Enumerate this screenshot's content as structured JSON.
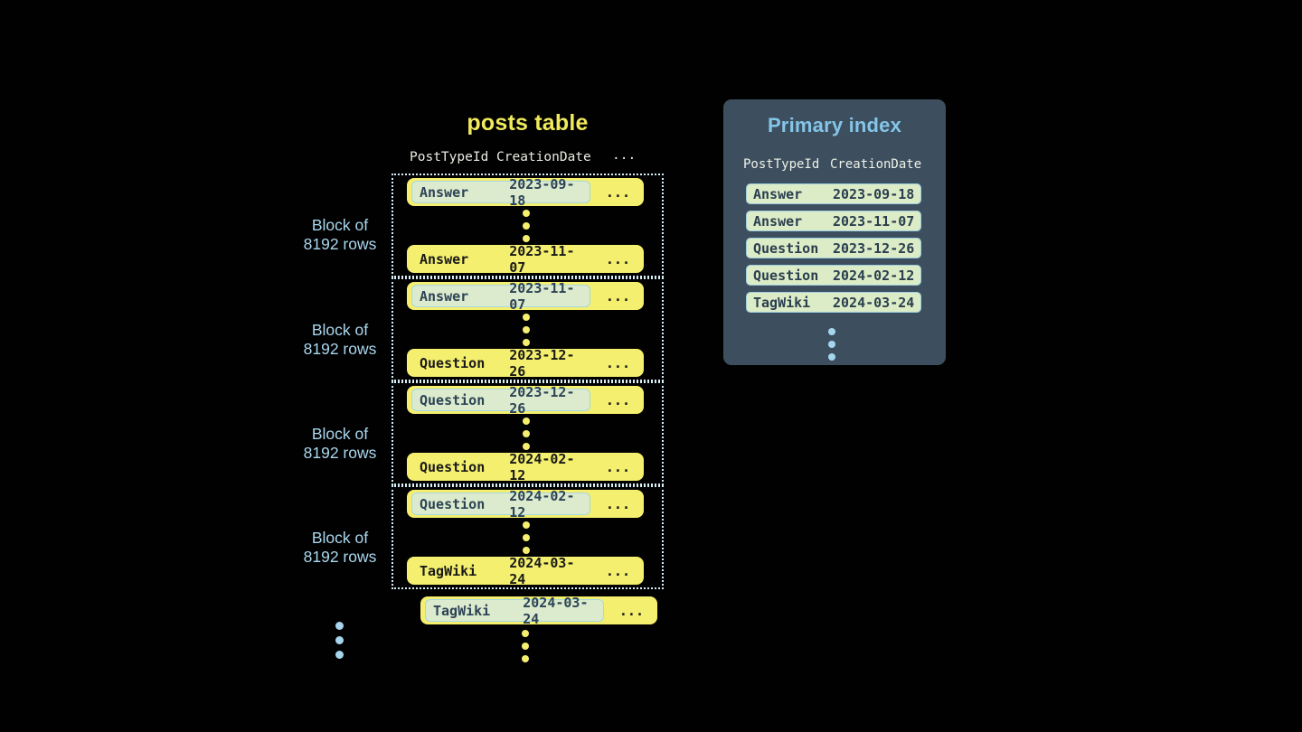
{
  "colors": {
    "background": "#010101",
    "row_yellow": "#f4ef6e",
    "title_yellow": "#f0ea5c",
    "accent_blue": "#a5d6ee",
    "panel_background": "#3d4f5e",
    "panel_title_blue": "#84c5e8",
    "highlight_cell_bg": "#dcebcd",
    "highlight_cell_border": "#a7d7e8",
    "index_row_bg": "#dcecc6",
    "index_row_border": "#9ccfe0"
  },
  "posts_table": {
    "title": "posts table",
    "columns": [
      "PostTypeId",
      "CreationDate"
    ],
    "columns_more": "...",
    "ellipsis": "...",
    "block_label": {
      "line1": "Block of",
      "line2": "8192 rows"
    },
    "blocks": [
      {
        "first": {
          "post_type": "Answer",
          "creation_date": "2023-09-18"
        },
        "last": {
          "post_type": "Answer",
          "creation_date": "2023-11-07"
        }
      },
      {
        "first": {
          "post_type": "Answer",
          "creation_date": "2023-11-07"
        },
        "last": {
          "post_type": "Question",
          "creation_date": "2023-12-26"
        }
      },
      {
        "first": {
          "post_type": "Question",
          "creation_date": "2023-12-26"
        },
        "last": {
          "post_type": "Question",
          "creation_date": "2024-02-12"
        }
      },
      {
        "first": {
          "post_type": "Question",
          "creation_date": "2024-02-12"
        },
        "last": {
          "post_type": "TagWiki",
          "creation_date": "2024-03-24"
        }
      }
    ],
    "overflow_row": {
      "post_type": "TagWiki",
      "creation_date": "2024-03-24"
    }
  },
  "primary_index": {
    "title": "Primary index",
    "columns": [
      "PostTypeId",
      "CreationDate"
    ],
    "rows": [
      {
        "post_type": "Answer",
        "creation_date": "2023-09-18"
      },
      {
        "post_type": "Answer",
        "creation_date": "2023-11-07"
      },
      {
        "post_type": "Question",
        "creation_date": "2023-12-26"
      },
      {
        "post_type": "Question",
        "creation_date": "2024-02-12"
      },
      {
        "post_type": "TagWiki",
        "creation_date": "2024-03-24"
      }
    ]
  }
}
